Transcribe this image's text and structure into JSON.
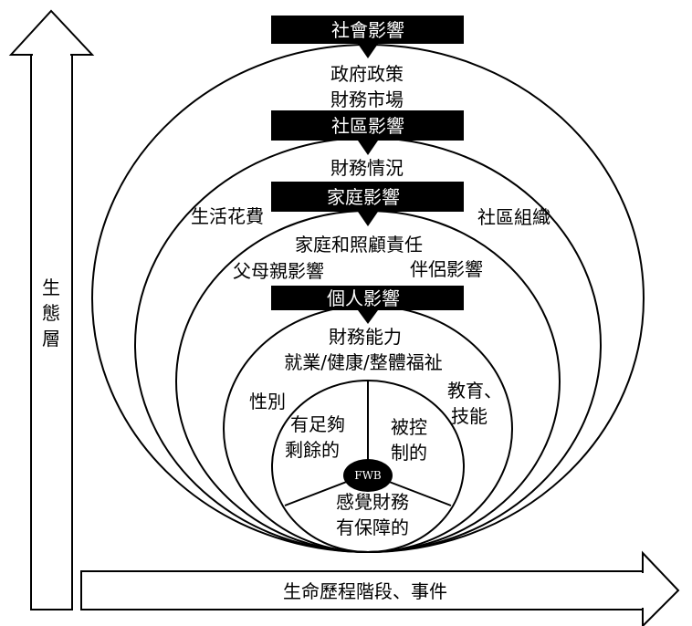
{
  "headers": {
    "social": "社會影響",
    "community": "社區影響",
    "family": "家庭影響",
    "personal": "個人影響"
  },
  "social_ring": {
    "line1": "政府政策",
    "line2": "財務市場"
  },
  "community_ring": {
    "center": "財務情況",
    "left": "生活花費",
    "right": "社區組織"
  },
  "family_ring": {
    "center": "家庭和照顧責任",
    "left": "父母親影響",
    "right": "伴侶影響"
  },
  "personal_ring": {
    "line1": "財務能力",
    "line2": "就業/健康/整體福祉",
    "left": "性別",
    "right_line1": "教育、",
    "right_line2": "技能"
  },
  "core": {
    "fwb": "FWB",
    "left_line1": "有足夠",
    "left_line2": "剩餘的",
    "right_line1": "被控",
    "right_line2": "制的",
    "bottom_line1": "感覺財務",
    "bottom_line2": "有保障的"
  },
  "axes": {
    "vertical": [
      "生",
      "態",
      "層"
    ],
    "horizontal": "生命歷程階段、事件"
  }
}
